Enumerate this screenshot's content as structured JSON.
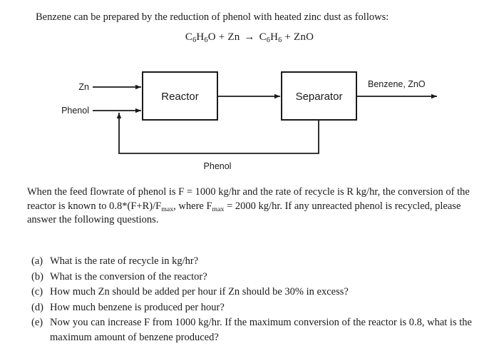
{
  "document": {
    "intro": "Benzene can be prepared by the reduction of phenol with heated zinc dust as follows:",
    "equation": {
      "reactant_1_formula": "C",
      "reactant_1_sub_1": "6",
      "reactant_1_mid": "H",
      "reactant_1_sub_2": "6",
      "reactant_1_end": "O",
      "plus_1": "+",
      "reactant_2": "Zn",
      "arrow": "→",
      "product_1_formula": "C",
      "product_1_sub_1": "6",
      "product_1_mid": "H",
      "product_1_sub_2": "6",
      "plus_2": "+",
      "product_2": "ZnO",
      "plain_text": "C6H6O + Zn → C6H6 + ZnO"
    },
    "statement": {
      "part_1": "When the feed flowrate of phenol is F = 1000 kg/hr and the rate of recycle is R kg/hr, the conversion of the reactor is known to 0.8*(F+R)/F",
      "sub_1": "max",
      "part_2": ", where F",
      "sub_2": "max",
      "part_3": " = 2000 kg/hr. If any unreacted phenol is recycled, please answer the following questions.",
      "plain_text": "When the feed flowrate of phenol is F = 1000 kg/hr and the rate of recycle is R kg/hr, the conversion of the reactor is known to 0.8*(F+R)/Fmax, where Fmax = 2000 kg/hr. If any unreacted phenol is recycled, please answer the following questions."
    },
    "questions": [
      {
        "tag": "(a)",
        "text": "What is the rate of recycle in kg/hr?"
      },
      {
        "tag": "(b)",
        "text": "What is the conversion of the reactor?"
      },
      {
        "tag": "(c)",
        "text": "How much Zn should be added per hour if Zn should be 30% in excess?"
      },
      {
        "tag": "(d)",
        "text": "How much benzene is produced per hour?"
      },
      {
        "tag": "(e)",
        "text": "Now you can increase F from 1000 kg/hr. If the maximum conversion of the reactor is 0.8, what is the maximum amount of benzene produced?"
      }
    ]
  },
  "diagram": {
    "units": [
      {
        "id": "reactor",
        "label": "Reactor"
      },
      {
        "id": "separator",
        "label": "Separator"
      }
    ],
    "streams": [
      {
        "id": "zn-feed",
        "label": "Zn"
      },
      {
        "id": "phenol-feed",
        "label": "Phenol"
      },
      {
        "id": "product-out",
        "label": "Benzene, ZnO"
      },
      {
        "id": "recycle",
        "label": "Phenol"
      }
    ],
    "colors": {
      "line": "#1a1a1a",
      "box_fill": "#ffffff",
      "background": "#ffffff"
    }
  }
}
